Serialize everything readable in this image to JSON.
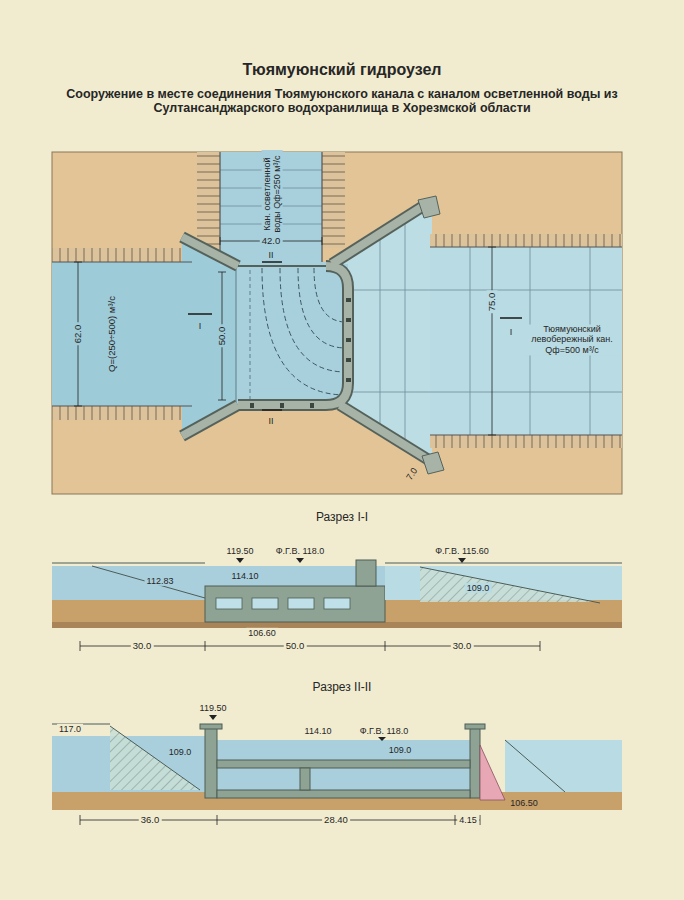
{
  "diagram": {
    "title": "Тюямуюнский гидроузел",
    "labels": [
      "Сооружение в месте соединения Тюямуюнского канала с каналом осветленной воды из Султансанджарского водохранилища в Хорезмской области",
      "Кан. осветленной воды Qф=250 м³/с",
      "42.0",
      "II",
      "Q=(250÷500) м³/с",
      "62.0",
      "I",
      "50.0",
      "75.0",
      "I",
      "Тюямуюнский левобережный кан. Qф=500 м³/с",
      "II",
      "7.0",
      "Разрез I-I",
      "119.50",
      "Ф.Г.В. 118.0",
      "Ф.Г.В. 115.60",
      "112.83",
      "114.10",
      "109.0",
      "106.60",
      "30.0",
      "50.0",
      "30.0",
      "Разрез II-II",
      "117.0",
      "119.50",
      "114.10",
      "Ф.Г.В. 118.0",
      "109.0",
      "109.0",
      "106.50",
      "36.0",
      "28.40",
      "4.15"
    ]
  }
}
